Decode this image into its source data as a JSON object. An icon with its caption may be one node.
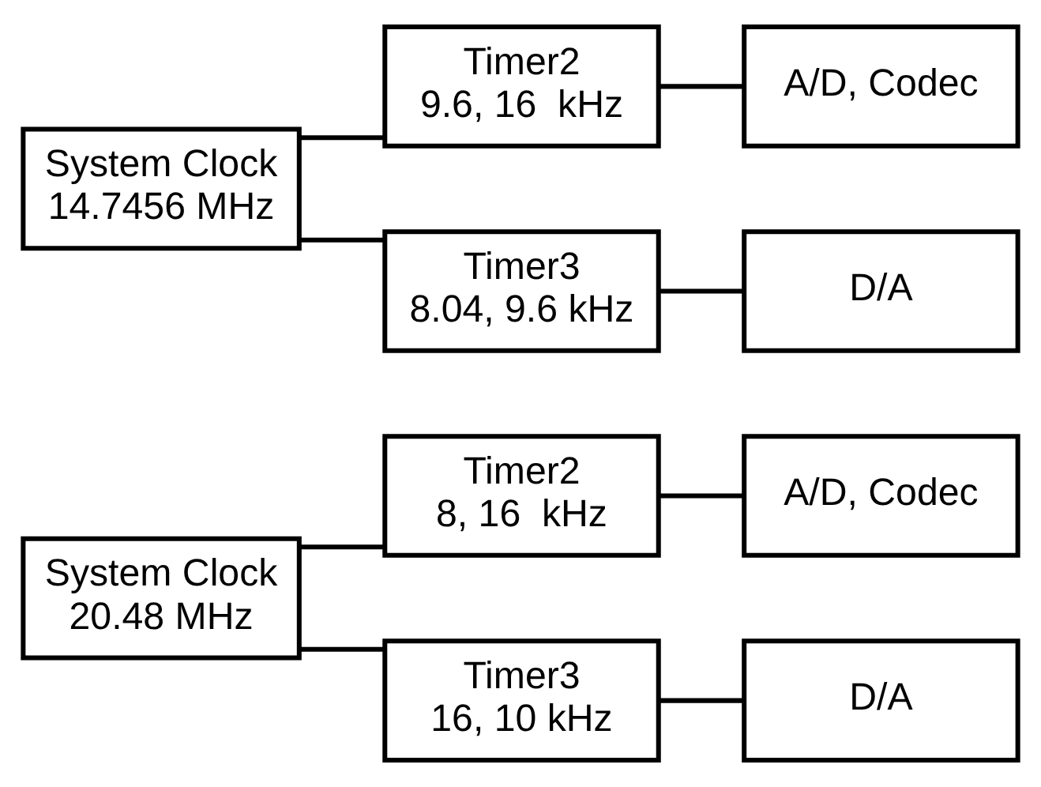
{
  "diagram": {
    "nodes": [
      {
        "text": [
          "System Clock",
          "20.48 MHz"
        ]
      },
      {
        "text": [
          "Timer2",
          "8, 16  kHz"
        ]
      },
      {
        "text": [
          "A/D, Codec"
        ]
      },
      {
        "text": [
          "Timer3",
          "16, 10 kHz"
        ]
      },
      {
        "text": [
          "D/A"
        ]
      },
      {
        "text": [
          "System Clock",
          "14.7456 MHz"
        ]
      },
      {
        "text": [
          "Timer2",
          "9.6, 16  kHz"
        ]
      },
      {
        "text": [
          "A/D, Codec"
        ]
      },
      {
        "text": [
          "Timer3",
          "8.04, 9.6 kHz"
        ]
      },
      {
        "text": [
          "D/A"
        ]
      }
    ],
    "edges": [
      {
        "from": 0,
        "to": 1,
        "arrow": "none"
      },
      {
        "from": 0,
        "to": 3,
        "arrow": "none"
      },
      {
        "from": 1,
        "to": 2,
        "arrow": "none"
      },
      {
        "from": 3,
        "to": 4,
        "arrow": "none"
      },
      {
        "from": 5,
        "to": 6,
        "arrow": "none"
      },
      {
        "from": 5,
        "to": 8,
        "arrow": "none"
      },
      {
        "from": 6,
        "to": 7,
        "arrow": "none"
      },
      {
        "from": 8,
        "to": 9,
        "arrow": "none"
      }
    ]
  }
}
